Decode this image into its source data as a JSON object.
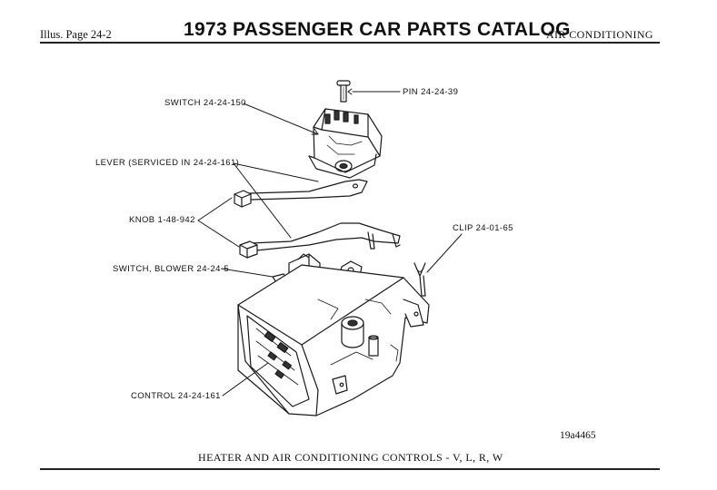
{
  "header": {
    "left": "Illus. Page 24-2",
    "title": "1973 PASSENGER CAR PARTS CATALOG",
    "right": "AIR CONDITIONING"
  },
  "callouts": {
    "pin": "PIN 24-24-39",
    "switch": "SWITCH 24-24-150",
    "lever": "LEVER (SERVICED IN 24-24-161)",
    "knob": "KNOB 1-48-942",
    "clip": "CLIP 24-01-65",
    "switch_blower": "SWITCH, BLOWER 24-24-5",
    "control": "CONTROL 24-24-161"
  },
  "figure_id": "19a4465",
  "caption": "HEATER AND AIR CONDITIONING CONTROLS - V, L, R, W"
}
